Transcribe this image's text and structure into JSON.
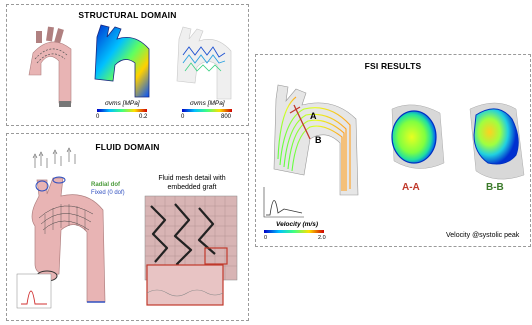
{
  "structural": {
    "title": "STRUCTURAL DOMAIN",
    "cb1_label": "σvms [MPa]",
    "cb1_min": "0",
    "cb1_max": "0.2",
    "cb2_label": "σvms [MPa]",
    "cb2_min": "0",
    "cb2_max": "800"
  },
  "fluid": {
    "title": "FLUID DOMAIN",
    "legend_radial": "Radial dof",
    "legend_fixed": "Fixed (0 dof)",
    "mesh_title": "Fluid mesh detail with embedded graft"
  },
  "fsi": {
    "title": "FSI RESULTS",
    "section_a": "A-A",
    "section_b": "B-B",
    "point_a": "A",
    "point_b": "B",
    "velocity_label": "Velocity (m/s)",
    "vel_min": "0",
    "vel_max": "2.0",
    "caption": "Velocity @systolic peak"
  },
  "colors": {
    "jet": "#0000c8,#0060ff,#00d0ff,#40ff80,#e8ff20,#ff8000,#d00000",
    "section_a": "#c0392b",
    "section_b": "#3b7a2a",
    "tissue": "#e8b4b4",
    "fixed_blue": "#3050c0",
    "radial_green": "#4a9a3a"
  }
}
